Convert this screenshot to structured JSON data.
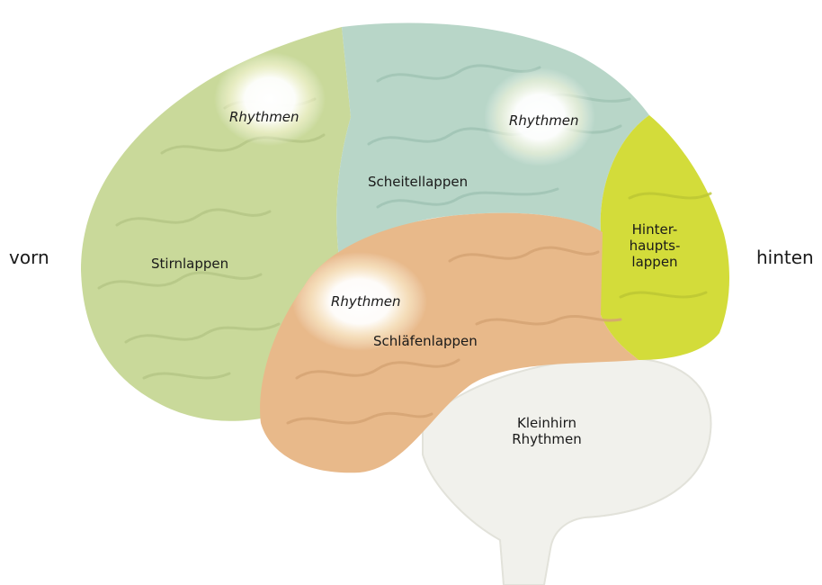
{
  "directions": {
    "front": "vorn",
    "back": "hinten"
  },
  "lobes": {
    "frontal": {
      "label": "Stirnlappen",
      "color": "#c9d99a"
    },
    "parietal": {
      "label": "Scheitellappen",
      "color": "#b8d6c8"
    },
    "temporal": {
      "label": "Schläfenlappen",
      "color": "#e8b98a"
    },
    "occipital": {
      "label_lines": [
        "Hinter-",
        "haupts-",
        "lappen"
      ],
      "color": "#d3dc3a"
    },
    "cerebellum": {
      "label": "Kleinhirn",
      "color": "#f1f1ec"
    }
  },
  "rhythm_labels": {
    "frontal": "Rhythmen",
    "parietal": "Rhythmen",
    "temporal": "Rhythmen",
    "cerebellum": "Rhythmen"
  }
}
